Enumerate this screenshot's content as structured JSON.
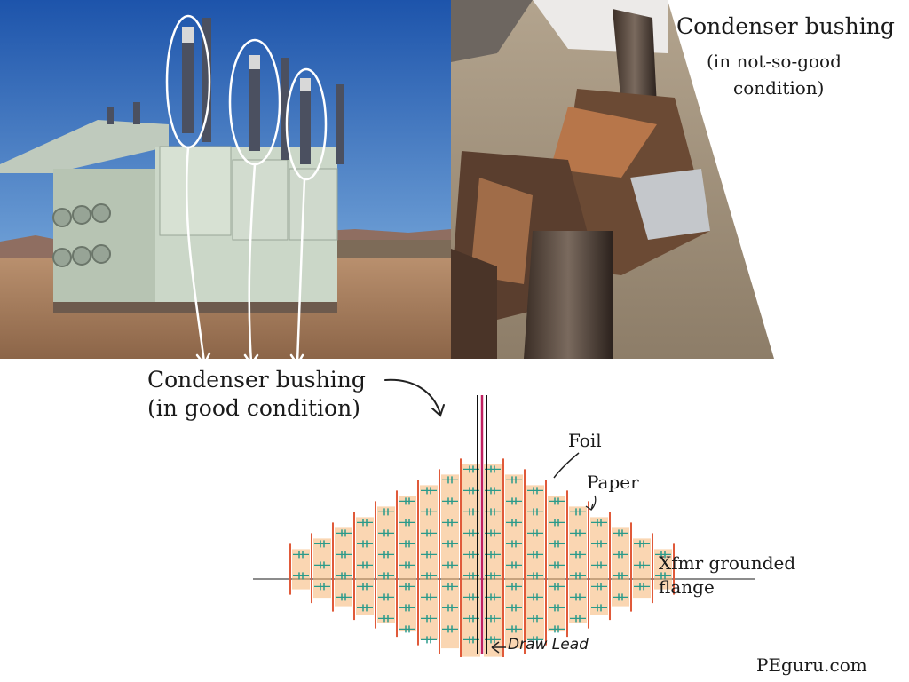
{
  "labels": {
    "top_right_title": "Condenser bushing",
    "top_right_note_line1": "(in not-so-good",
    "top_right_note_line2": "condition)",
    "bottom_title_line1": "Condenser bushing",
    "bottom_title_line2": "(in good condition)",
    "foil": "Foil",
    "paper": "Paper",
    "flange_line1": "Xfmr grounded",
    "flange_line2": "flange",
    "draw_lead": "Draw Lead",
    "watermark": "PEguru.com"
  },
  "icons": {
    "circle_markers": "hand-drawn-ellipse-icon",
    "arrows": "arrow-down-icon",
    "draw_lead_arrow": "arrow-left-icon"
  },
  "colors": {
    "sky": "#2a63b4",
    "ground": "#b58a6a",
    "transformer": "#c9d6c6",
    "foil_line": "#e05a3a",
    "paper_fill": "#f6b572",
    "capacitor": "#2a9a8a",
    "core": "#c02060"
  }
}
